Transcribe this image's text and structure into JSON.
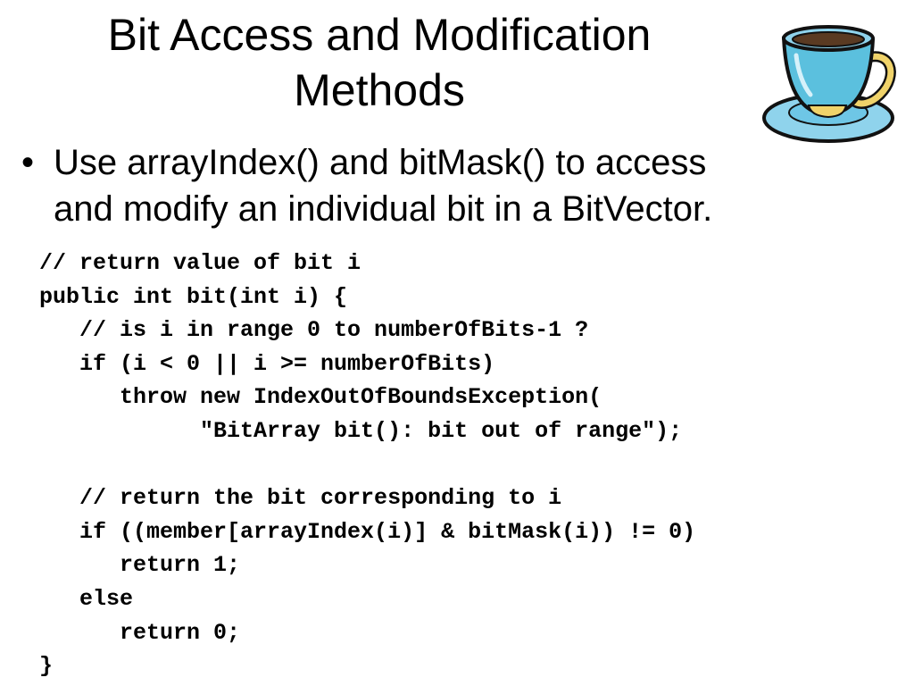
{
  "slide": {
    "title_lines": [
      "Bit Access and Modification",
      "Methods"
    ],
    "bullet": {
      "symbol": "•",
      "lines": [
        "Use arrayIndex() and bitMask() to access",
        "and modify an individual bit in a BitVector."
      ]
    },
    "code_lines": [
      "// return value of bit i",
      "public int bit(int i) {",
      "   // is i in range 0 to numberOfBits-1 ?",
      "   if (i < 0 || i >= numberOfBits)",
      "      throw new IndexOutOfBoundsException(",
      "            \"BitArray bit(): bit out of range\");",
      "",
      "   // return the bit corresponding to i",
      "   if ((member[arrayIndex(i)] & bitMask(i)) != 0)",
      "      return 1;",
      "   else",
      "      return 0;",
      "}"
    ],
    "decoration": {
      "icon": "teacup-icon",
      "colors": {
        "cup": "#5bc0de",
        "saucer": "#8fd3ec",
        "coffee": "#5a3a22",
        "handle": "#f0d36a",
        "outline": "#111111"
      }
    }
  }
}
